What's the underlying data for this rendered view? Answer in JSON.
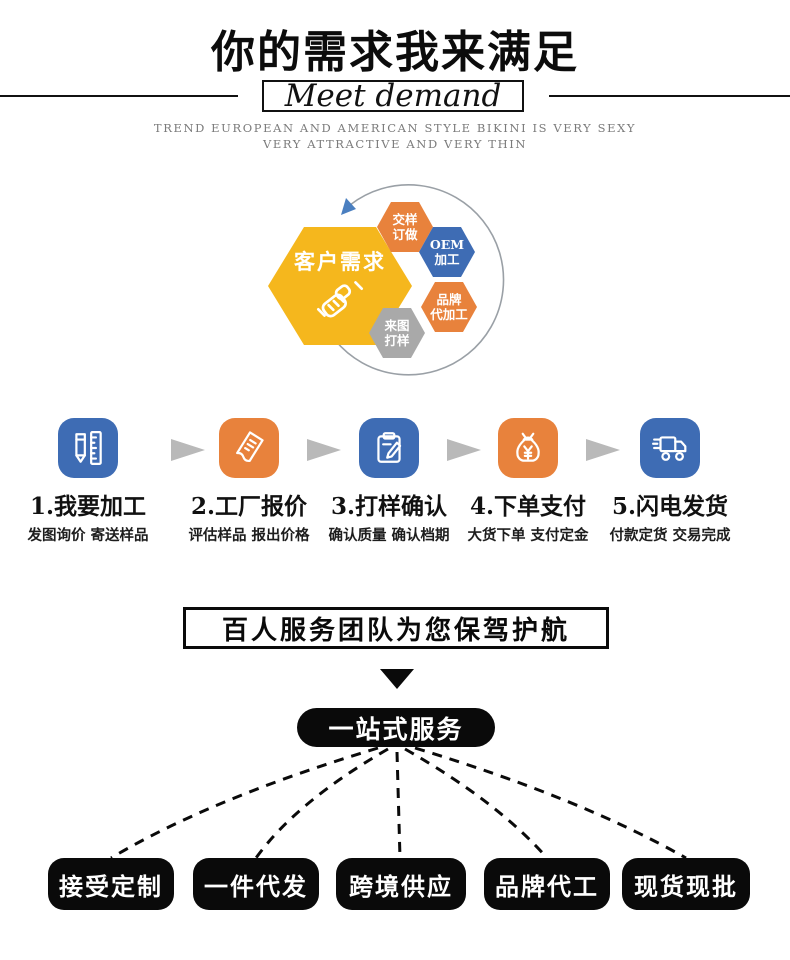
{
  "header": {
    "title": "你的需求我来满足",
    "subtitle": "Meet demand",
    "tagline1": "TREND EUROPEAN AND AMERICAN STYLE BIKINI IS VERY SEXY",
    "tagline2": "VERY ATTRACTIVE AND VERY THIN"
  },
  "demand_diagram": {
    "center": {
      "label": "客户需求",
      "color": "#F5B71D",
      "icon": "handshake-icon"
    },
    "satellites": [
      {
        "line1": "交样",
        "line2": "订做",
        "color": "#E8823C"
      },
      {
        "line1": "OEM",
        "line2": "加工",
        "color": "#3E6CB4"
      },
      {
        "line1": "品牌",
        "line2": "代加工",
        "color": "#E8823C"
      },
      {
        "line1": "来图",
        "line2": "打样",
        "color": "#A9A9A9"
      }
    ]
  },
  "process_steps": [
    {
      "title": "1.我要加工",
      "desc": "发图询价 寄送样品",
      "icon": "pencil-ruler-icon",
      "color": "#3E6CB4"
    },
    {
      "title": "2.工厂报价",
      "desc": "评估样品 报出价格",
      "icon": "receipt-icon",
      "color": "#E8823C"
    },
    {
      "title": "3.打样确认",
      "desc": "确认质量 确认档期",
      "icon": "clipboard-pen-icon",
      "color": "#3E6CB4"
    },
    {
      "title": "4.下单支付",
      "desc": "大货下单 支付定金",
      "icon": "money-bag-icon",
      "color": "#E8823C"
    },
    {
      "title": "5.闪电发货",
      "desc": "付款定货 交易完成",
      "icon": "delivery-truck-icon",
      "color": "#3E6CB4"
    }
  ],
  "service": {
    "banner": "百人服务团队为您保驾护航",
    "hub": "一站式服务",
    "items": [
      "接受定制",
      "一件代发",
      "跨境供应",
      "品牌代工",
      "现货现批"
    ]
  },
  "palette": {
    "blue": "#3E6CB4",
    "orange": "#E8823C",
    "yellow": "#F5B71D",
    "gray_hex": "#A9A9A9",
    "arrow_gray": "#b9b9b9",
    "black": "#0a0a0a"
  }
}
